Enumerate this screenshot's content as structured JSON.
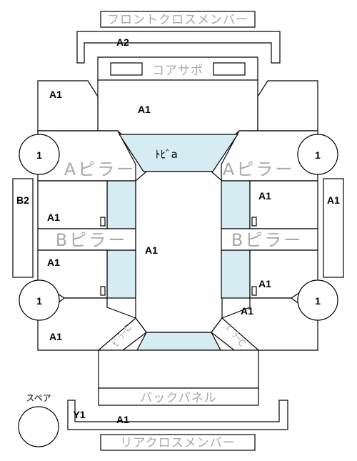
{
  "labels": {
    "front_cross_member": "フロントクロスメンバー",
    "a2": "A2",
    "core_support": "コアサポ",
    "a1": "A1",
    "one": "1",
    "dash_a": "ﾄﾋﾞa",
    "a_pillar": "Aピラー",
    "b2": "B2",
    "b_pillar": "Bピラー",
    "cpillar_text": "ﾋﾟﾗｰC",
    "back_panel": "バックパネル",
    "spare": "スペア",
    "y1": "Y1",
    "rear_cross_member": "リアクロスメンバー"
  },
  "colors": {
    "blue_fill": "#d6ecf3",
    "gray_text": "#a8a8a8",
    "outline": "#000000"
  }
}
